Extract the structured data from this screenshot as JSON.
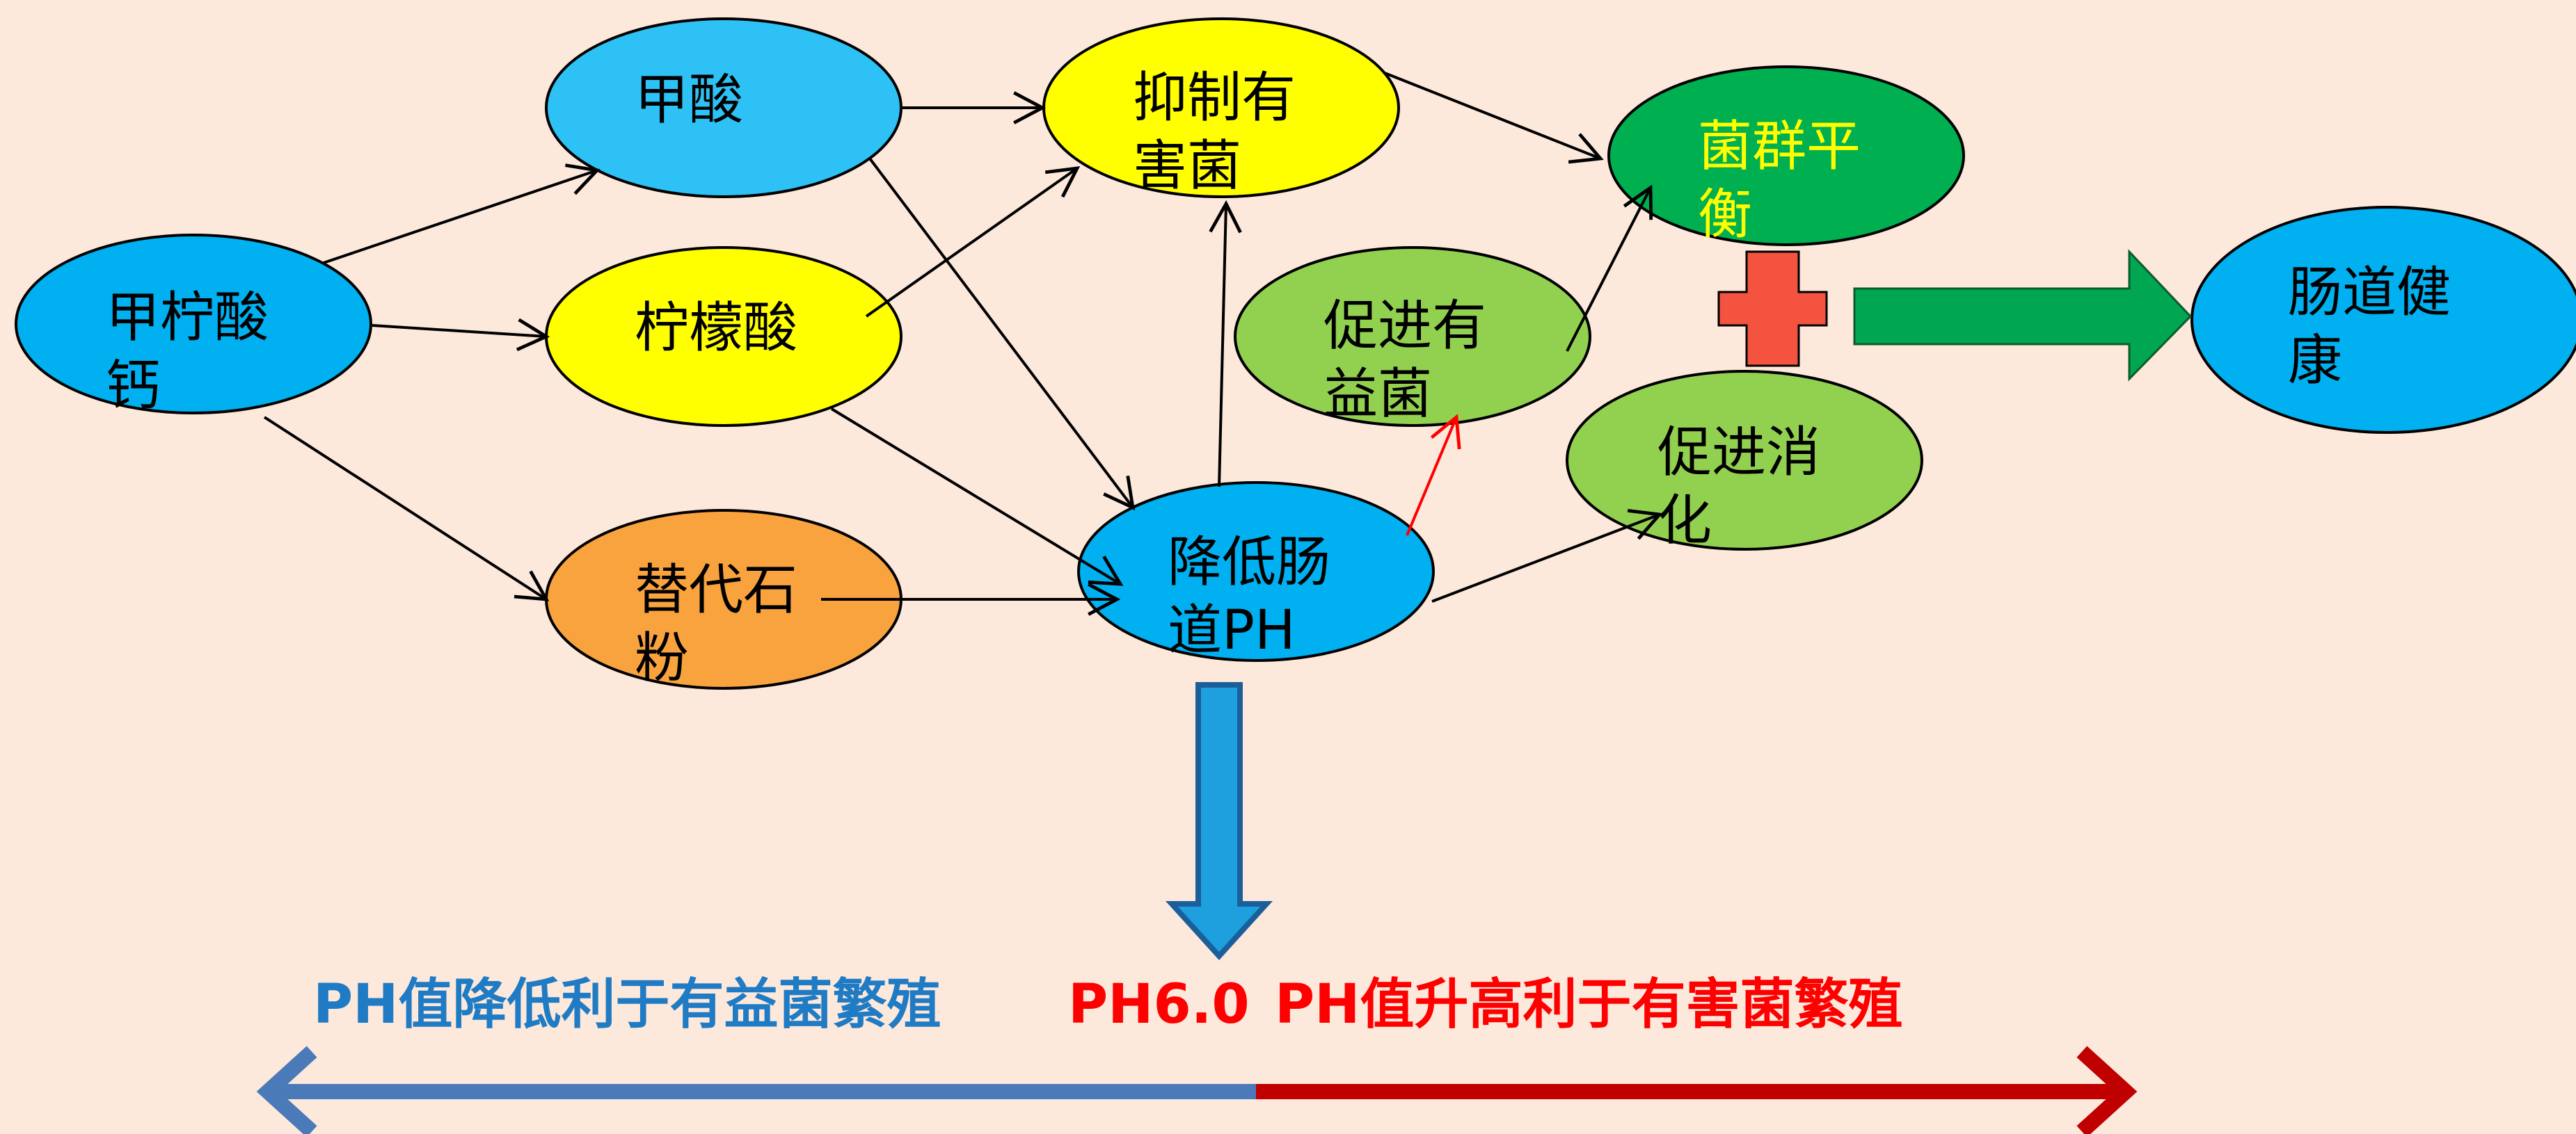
{
  "colors": {
    "background": "#fde8dc",
    "cyan": "#2ec1f5",
    "blue": "#00b0f0",
    "yellow": "#ffff00",
    "orange": "#f9a33f",
    "light_green": "#92d050",
    "dark_green": "#00b050",
    "plus_red": "#f4533f",
    "big_arrow_green": "#00a651",
    "ph_blue": "#1f7bc4",
    "ph_red": "#ff0000",
    "left_arrow": "#4a7ab8",
    "right_arrow": "#c00000"
  },
  "nodes": {
    "calcium_citrate_formate": "甲柠酸\n钙",
    "formic_acid": "甲酸",
    "citric_acid": "柠檬酸",
    "replace_stone_powder": "替代石\n粉",
    "inhibit_harmful": "抑制有\n害菌",
    "promote_beneficial": "促进有\n益菌",
    "lower_ph": "降低肠\n道PH",
    "flora_balance": "菌群平\n衡",
    "promote_digestion": "促进消\n化",
    "gut_health": "肠道健\n康"
  },
  "captions": {
    "ph_low": "PH值降低利于有益菌繁殖",
    "ph_mid": "PH6.0",
    "ph_high": "PH值升高利于有害菌繁殖"
  },
  "icons": {
    "plus": "plus-icon",
    "right_arrow": "big-right-arrow",
    "down_arrow": "big-down-arrow"
  }
}
